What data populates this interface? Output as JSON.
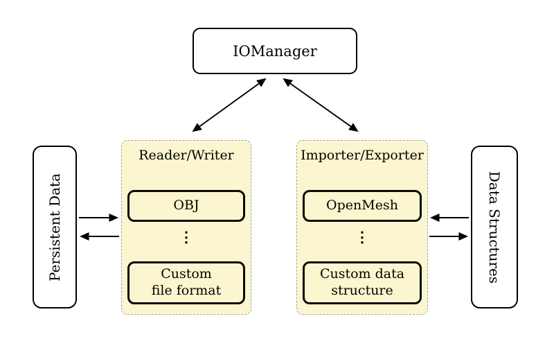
{
  "diagram": {
    "nodes": {
      "iomanager": {
        "label": "IOManager"
      },
      "persistent_data": {
        "label": "Persistent Data"
      },
      "data_structures": {
        "label": "Data Structures"
      },
      "reader_writer": {
        "title": "Reader/Writer",
        "item_top": "OBJ",
        "ellipsis": "⋮",
        "item_bottom_line1": "Custom",
        "item_bottom_line2": "file format"
      },
      "importer_exporter": {
        "title": "Importer/Exporter",
        "item_top": "OpenMesh",
        "ellipsis": "⋮",
        "item_bottom_line1": "Custom data",
        "item_bottom_line2": "structure"
      }
    },
    "edges": [
      {
        "name": "iomanager-readerwriter",
        "direction": "bidirectional"
      },
      {
        "name": "iomanager-importerexporter",
        "direction": "bidirectional"
      },
      {
        "name": "persistentdata-to-readerwriter",
        "direction": "right"
      },
      {
        "name": "readerwriter-to-persistentdata",
        "direction": "left"
      },
      {
        "name": "datastructures-to-importerexporter",
        "direction": "left"
      },
      {
        "name": "importerexporter-to-datastructures",
        "direction": "right"
      }
    ],
    "colors": {
      "background": "#ffffff",
      "panel_fill": "#fbf6cf",
      "panel_dashed_border": "#a3a3a3",
      "node_border": "#000000",
      "node_fill": "#ffffff",
      "arrow": "#000000"
    }
  }
}
